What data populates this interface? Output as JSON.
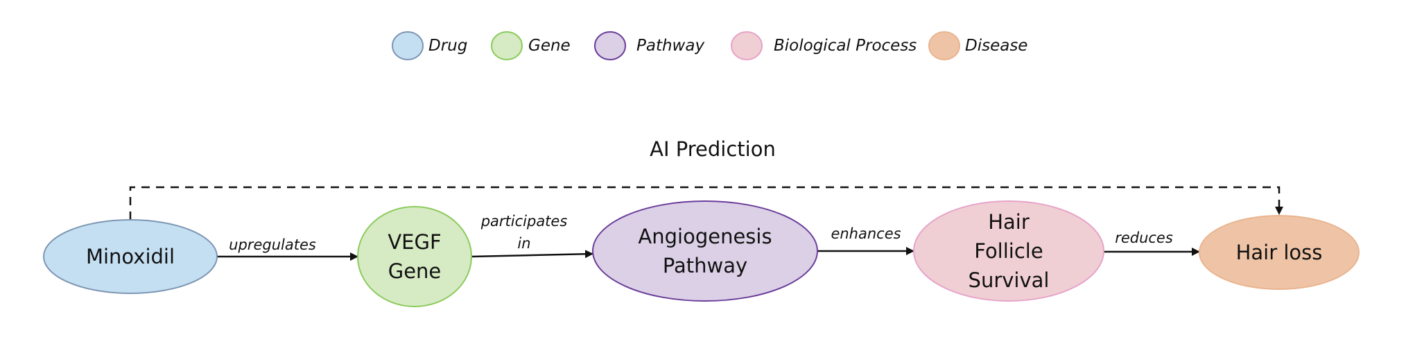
{
  "legend": [
    {
      "label": "Drug",
      "fill": "#c5dff2",
      "stroke": "#7d96b3"
    },
    {
      "label": "Gene",
      "fill": "#d6eac4",
      "stroke": "#8bcb5c"
    },
    {
      "label": "Pathway",
      "fill": "#dcd0e6",
      "stroke": "#6a3d9a"
    },
    {
      "label": "Biological Process",
      "fill": "#efcfd4",
      "stroke": "#e7a3c9"
    },
    {
      "label": "Disease",
      "fill": "#efc4a6",
      "stroke": "#e9b48f"
    }
  ],
  "prediction_label": "AI Prediction",
  "nodes": [
    {
      "id": "minoxidil",
      "type": "Drug",
      "lines": [
        "Minoxidil"
      ]
    },
    {
      "id": "vegf",
      "type": "Gene",
      "lines": [
        "VEGF",
        "Gene"
      ]
    },
    {
      "id": "angiogenesis",
      "type": "Pathway",
      "lines": [
        "Angiogenesis",
        "Pathway"
      ]
    },
    {
      "id": "follicle",
      "type": "Biological Process",
      "lines": [
        "Hair",
        "Follicle",
        "Survival"
      ]
    },
    {
      "id": "hairloss",
      "type": "Disease",
      "lines": [
        "Hair loss"
      ]
    }
  ],
  "edges": [
    {
      "from": "minoxidil",
      "to": "vegf",
      "lines": [
        "upregulates"
      ]
    },
    {
      "from": "vegf",
      "to": "angiogenesis",
      "lines": [
        "participates",
        "in"
      ]
    },
    {
      "from": "angiogenesis",
      "to": "follicle",
      "lines": [
        "enhances"
      ]
    },
    {
      "from": "follicle",
      "to": "hairloss",
      "lines": [
        "reduces"
      ]
    }
  ],
  "predicted_edge": {
    "from": "minoxidil",
    "to": "hairloss",
    "style": "dashed"
  }
}
